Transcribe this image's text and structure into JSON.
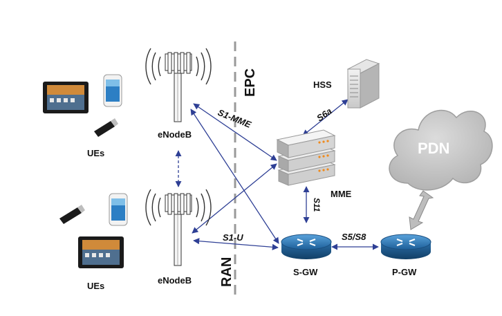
{
  "labels": {
    "epc": "EPC",
    "ran": "RAN",
    "hss": "HSS",
    "mme": "MME",
    "sgw": "S-GW",
    "pgw": "P-GW",
    "pdn": "PDN",
    "enodeb_top": "eNodeB",
    "enodeb_bottom": "eNodeB",
    "ues_top": "UEs",
    "ues_bottom": "UEs"
  },
  "interfaces": {
    "s1_mme": "S1-MME",
    "s1_u": "S1-U",
    "s6a": "S6a",
    "s11": "S11",
    "s5_s8": "S5/S8"
  },
  "colors": {
    "link": "#2e3f95",
    "divider": "#9a9a9a",
    "router": "#2b78b8",
    "cloud": "#c7c7c7"
  }
}
